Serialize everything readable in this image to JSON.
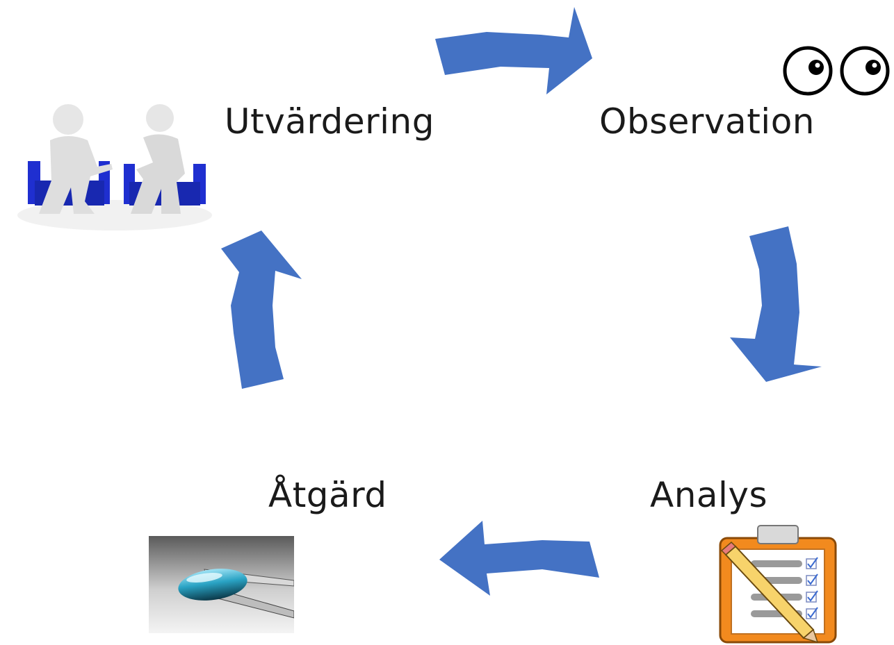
{
  "cycle": {
    "steps": [
      {
        "label": "Utvärdering",
        "icon": "meeting-people-icon"
      },
      {
        "label": "Observation",
        "icon": "eyes-icon"
      },
      {
        "label": "Analys",
        "icon": "clipboard-checklist-icon"
      },
      {
        "label": "Åtgärd",
        "icon": "pill-tweezers-icon"
      }
    ]
  },
  "colors": {
    "arrow": "#4472C4",
    "text": "#1a1a1a",
    "chair": "#1f2fd0",
    "figure": "#e6e6e6",
    "clipboard": "#f28a1e",
    "capsule": "#2aa3c4"
  }
}
